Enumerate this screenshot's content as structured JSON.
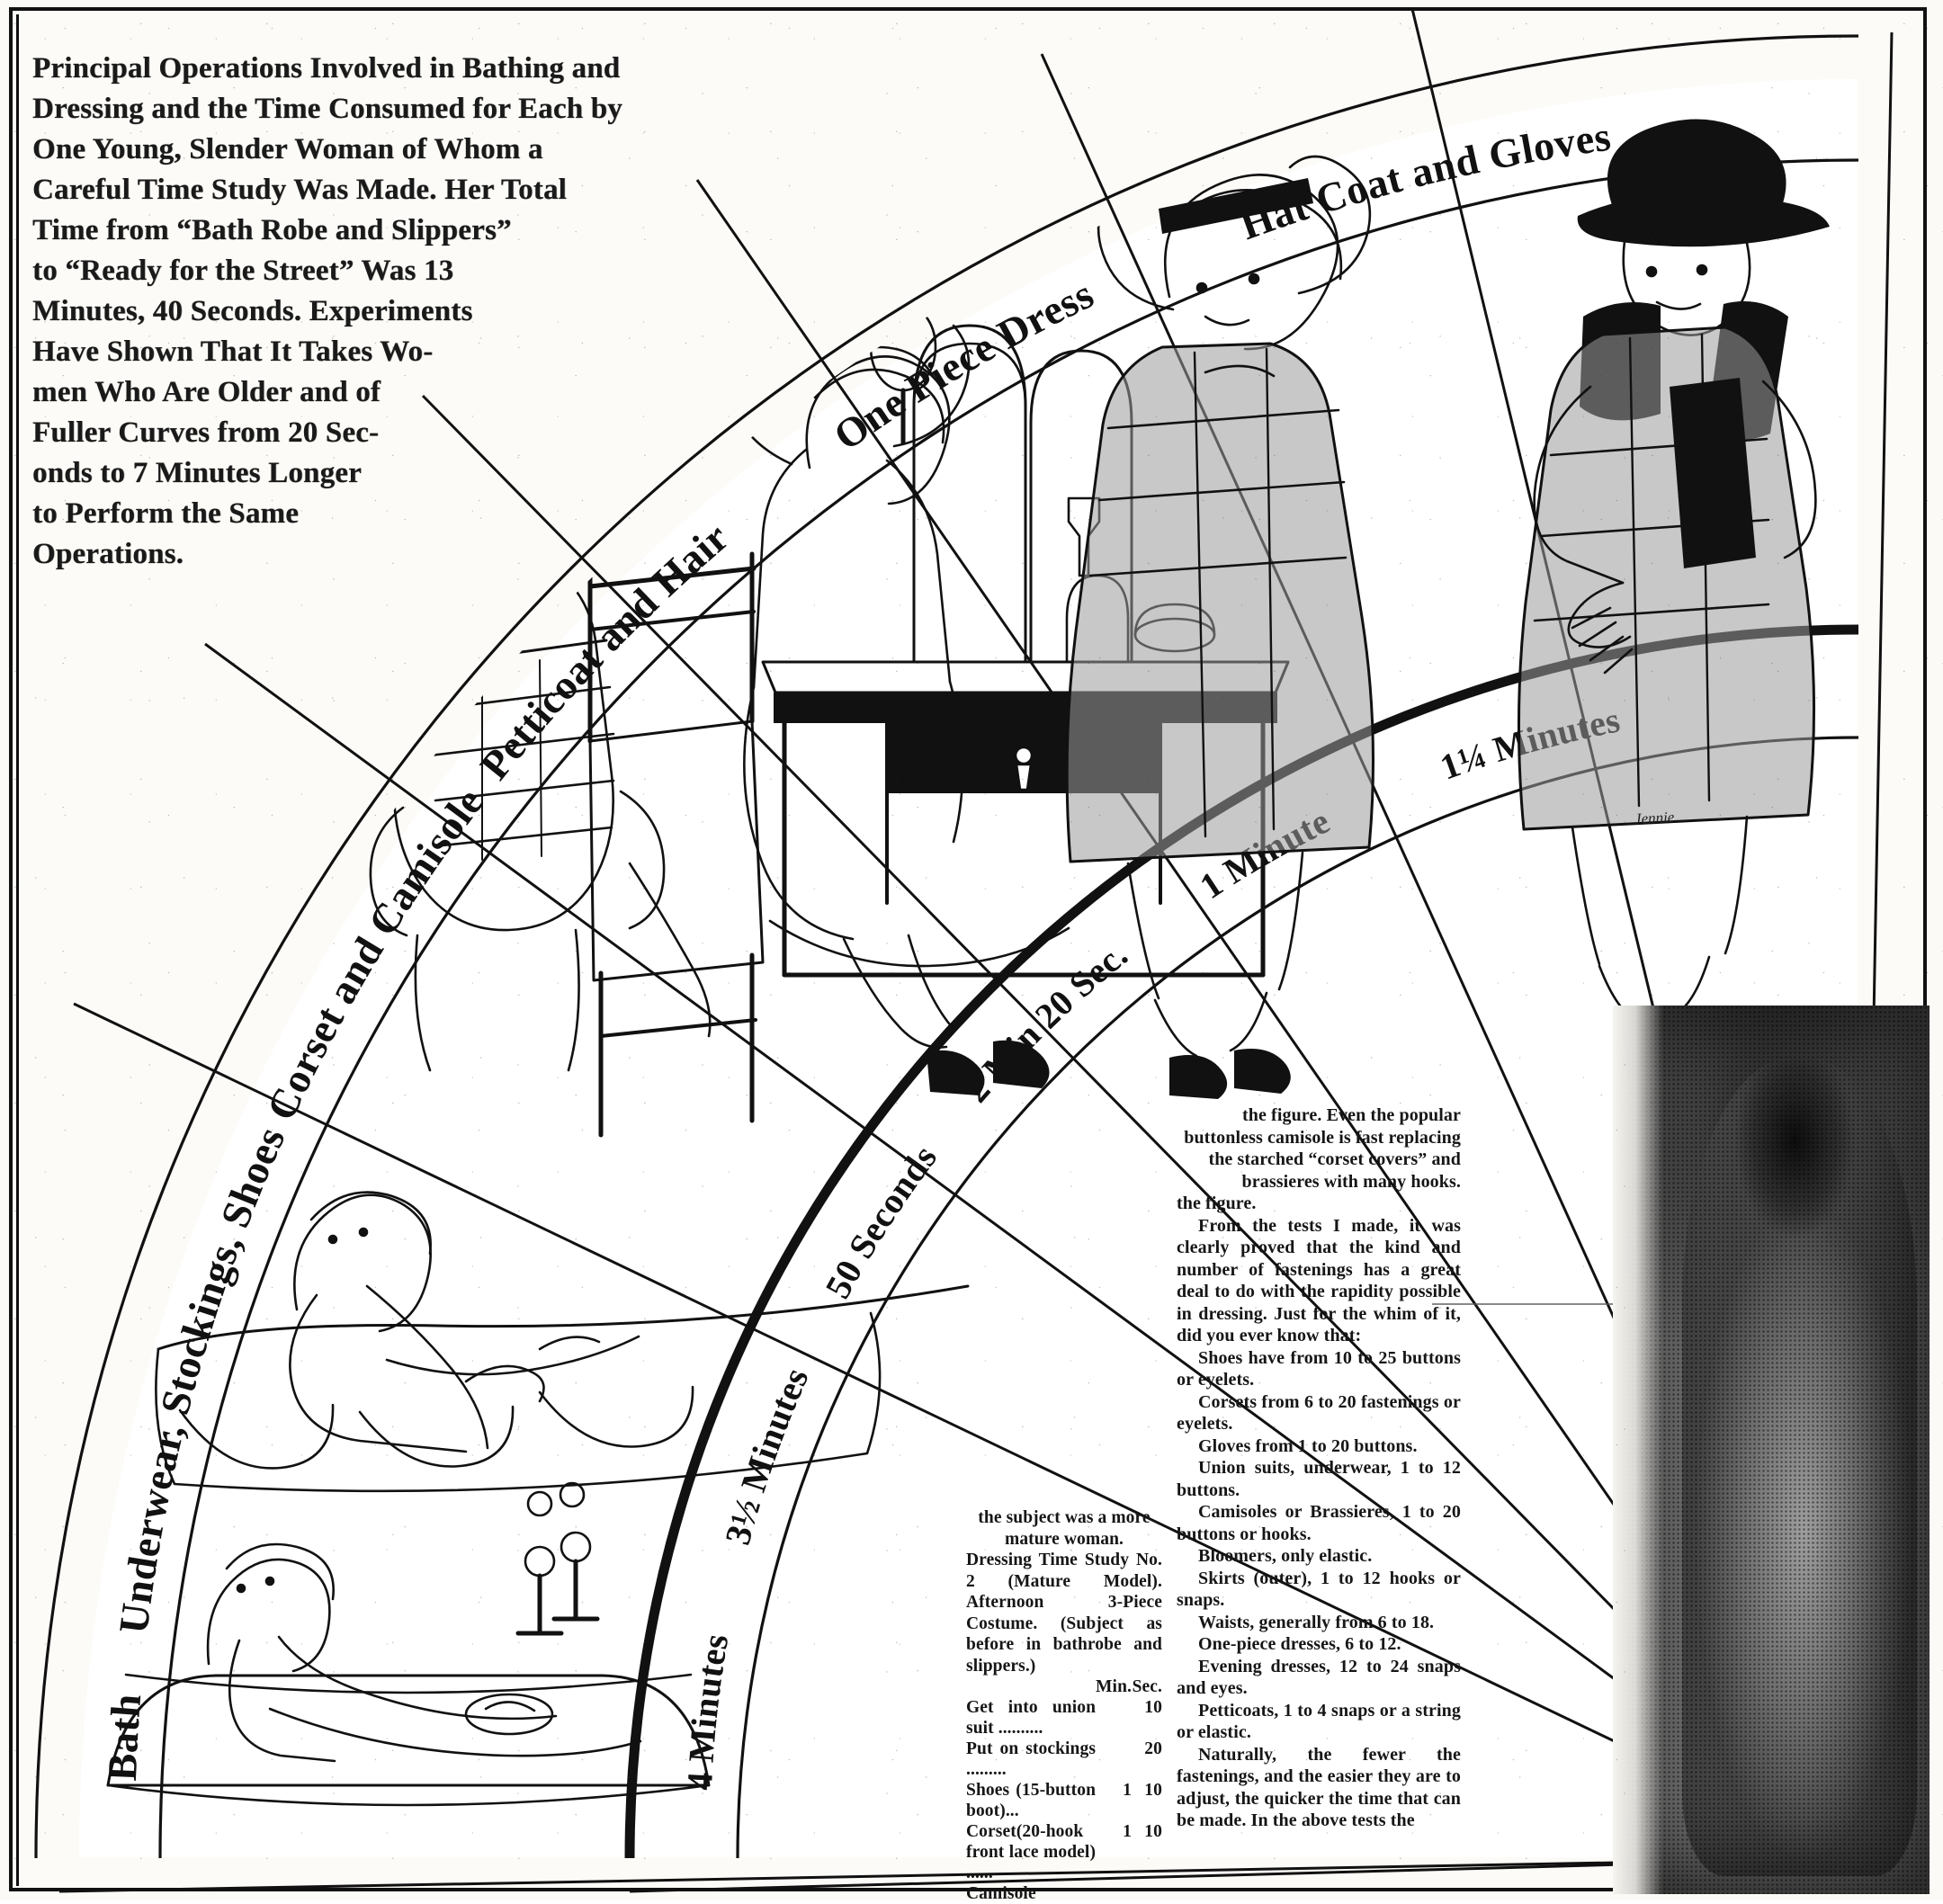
{
  "headline": {
    "lines": [
      "Principal Operations Involved in Bathing and",
      "Dressing and the Time Consumed for Each by",
      "One Young, Slender Woman of Whom a",
      "Careful Time Study Was Made.  Her Total",
      "Time from “Bath Robe and Slippers”",
      "to “Ready for the Street” Was 13",
      "Minutes, 40 Seconds. Experiments",
      "Have Shown That It Takes Wo-",
      "men Who Are Older and of",
      "Fuller Curves from 20 Sec-",
      "onds to 7 Minutes Longer",
      "to Perform  the  Same",
      "Operations."
    ]
  },
  "chart_data": {
    "type": "pie",
    "title": "Principal Operations Involved in Bathing and Dressing and the Time Consumed for Each",
    "subtitle": "Total time from “Bath Robe and Slippers” to “Ready for the Street” was 13 Minutes, 40 Seconds",
    "unit": "minutes",
    "total_label": "13 Minutes, 40 Seconds",
    "categories": [
      "Bath",
      "Underwear, Stockings, Shoes",
      "Corset and Camisole",
      "Petticoat and Hair",
      "One Piece Dress",
      "Hat Coat and Gloves"
    ],
    "value_labels": [
      "4 Minutes",
      "3½ Minutes",
      "50 Seconds",
      "2 Min 20 Sec.",
      "1 Minute",
      "1¼ Minutes"
    ],
    "values": [
      4.0,
      3.5,
      0.8333,
      2.3333,
      1.0,
      1.25
    ],
    "legend_position": "on-arc",
    "grid": false
  },
  "segments": [
    {
      "name": "Bath",
      "time": "4 Minutes"
    },
    {
      "name": "Underwear, Stockings, Shoes",
      "time": "3½ Minutes"
    },
    {
      "name": "Corset and Camisole",
      "time": "50 Seconds"
    },
    {
      "name": "Petticoat and Hair",
      "time": "2 Min 20 Sec."
    },
    {
      "name": "One Piece Dress",
      "time": "1 Minute"
    },
    {
      "name": "Hat Coat and Gloves",
      "time": "1¼ Minutes"
    }
  ],
  "study_column": {
    "intro": "the subject was a more mature woman.",
    "title": "Dressing Time Study No. 2 (Mature Model). Afternoon 3-Piece Costume. (Subject as before in bathrobe and slippers.)",
    "col_min": "Min.",
    "col_sec": "Sec.",
    "rows": [
      {
        "item": "Get into union suit ..........",
        "min": "",
        "sec": "10"
      },
      {
        "item": "Put on stockings .........",
        "min": "",
        "sec": "20"
      },
      {
        "item": "Shoes (15-button boot)...",
        "min": "1",
        "sec": "10"
      },
      {
        "item": "Corset(20-hook front lace model) ......",
        "min": "1",
        "sec": "10"
      },
      {
        "item": "Camisole",
        "min": "",
        "sec": ""
      }
    ]
  },
  "article_column": {
    "paragraphs": [
      "the figure. Even the popular buttonless camisole is fast replacing the starched “corset covers” and brassieres with many hooks.",
      "the figure.",
      "From the tests I made, it was clearly proved that the kind and number of fastenings has a great deal to do with the rapidity possible in dressing. Just for the whim of it, did you ever know that:",
      "Shoes have from 10 to 25 buttons or eyelets.",
      "Corsets from 6 to 20 fastenings or eyelets.",
      "Gloves from 1 to 20 buttons.",
      "Union suits, underwear, 1 to 12 buttons.",
      "Camisoles or Brassieres, 1 to 20 buttons or hooks.",
      "Bloomers, only elastic.",
      "Skirts (outer), 1 to 12 hooks or snaps.",
      "Waists, generally from 6 to 18.",
      "One-piece dresses, 6 to 12.",
      "Evening dresses, 12 to 24 snaps and eyes.",
      "Petticoats, 1 to 4 snaps or a string or elastic.",
      "Naturally, the fewer the fastenings, and the easier they are to adjust, the quicker the time that can be made.  In the above tests the"
    ]
  },
  "artist_signature": "Jennie",
  "colors": {
    "ink": "#111111",
    "paper": "#fbfaf6"
  }
}
